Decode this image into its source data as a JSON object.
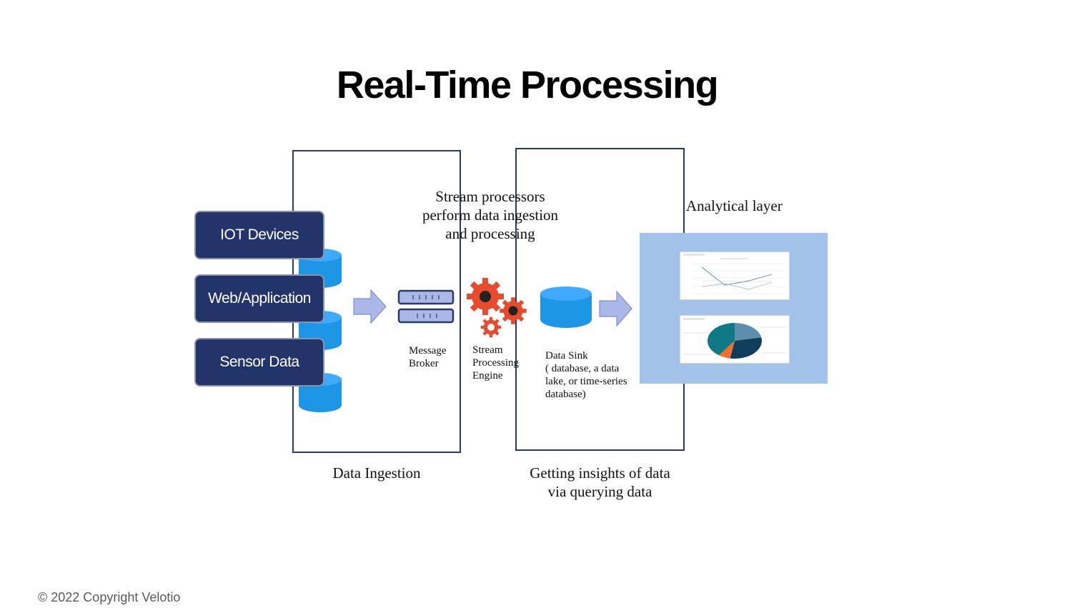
{
  "title": "Real-Time Processing",
  "sources": [
    "IOT Devices",
    "Web/Application",
    "Sensor Data"
  ],
  "stream_caption": "Stream processors\nperform data ingestion\nand processing",
  "analytical_label": "Analytical layer",
  "message_broker_label": "Message\nBroker",
  "engine_label": "Stream\nProcessing\nEngine",
  "data_sink_label": "Data Sink\n( database, a data\nlake, or time-series\ndatabase)",
  "ingestion_label": "Data Ingestion",
  "insights_label": "Getting insights of data\nvia querying data",
  "copyright": "© 2022 Copyright Velotio",
  "icons": {
    "database": "database-icon",
    "arrow": "arrow-right-icon",
    "broker": "server-rack-icon",
    "gears": "gears-icon",
    "line_chart": "line-chart-icon",
    "pie_chart": "pie-chart-icon"
  },
  "colors": {
    "frame": "#2a3a66",
    "source_fill": "#22346a",
    "db_blue": "#1e96e6",
    "gear": "#e84a2e",
    "arrow": "#a9b8e6",
    "analytical": "#a3c2ea"
  }
}
